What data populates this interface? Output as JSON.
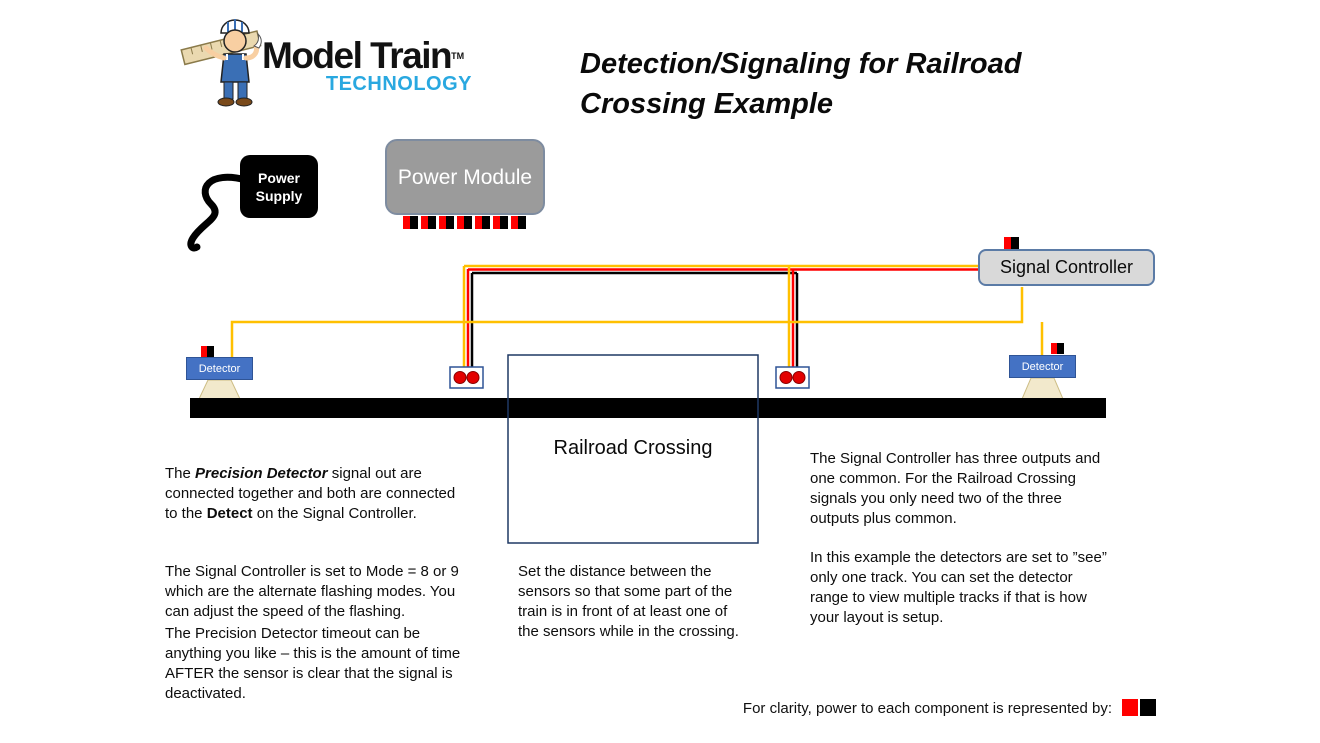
{
  "logo": {
    "brand_name": "Model Train",
    "brand_tm": "TM",
    "brand_sub": "TECHNOLOGY"
  },
  "title": {
    "line1": "Detection/Signaling for Railroad",
    "line2": "Crossing Example"
  },
  "components": {
    "power_supply": "Power Supply",
    "power_module": "Power Module",
    "signal_controller": "Signal Controller",
    "detector_left": "Detector",
    "detector_right": "Detector",
    "railroad_crossing": "Railroad Crossing"
  },
  "notes": {
    "left_p1": {
      "parts": [
        "The ",
        "Precision Detector",
        " signal out are connected together and both are connected to the ",
        "Detect",
        " on the Signal Controller."
      ]
    },
    "left_p2": "The Signal Controller is set to Mode = 8 or 9 which are the alternate flashing modes. You can adjust the speed of the flashing.",
    "left_p3": "The Precision Detector timeout can be anything you like – this is the amount of time AFTER the sensor is clear that the signal is deactivated.",
    "middle_p1": "Set the distance between the sensors so that some part of the train is in front of at least one of the sensors while in the crossing.",
    "right_p1": "The Signal Controller has three outputs and one common.  For the Railroad Crossing signals you only need two of the three outputs plus common.",
    "right_p2": "In this example the detectors are set to ”see” only one track.  You can set the detector range to view multiple tracks if that is how your layout is setup.",
    "legend": "For clarity, power to each component is represented by:"
  },
  "colors": {
    "wire_yellow": "#FFC000",
    "wire_red": "#FF0000",
    "wire_black": "#000000",
    "brand_blue": "#29A8E0",
    "detector_blue": "#4472C4",
    "crossing_border": "#1F3864",
    "power_module_gray": "#9B9B9B"
  }
}
